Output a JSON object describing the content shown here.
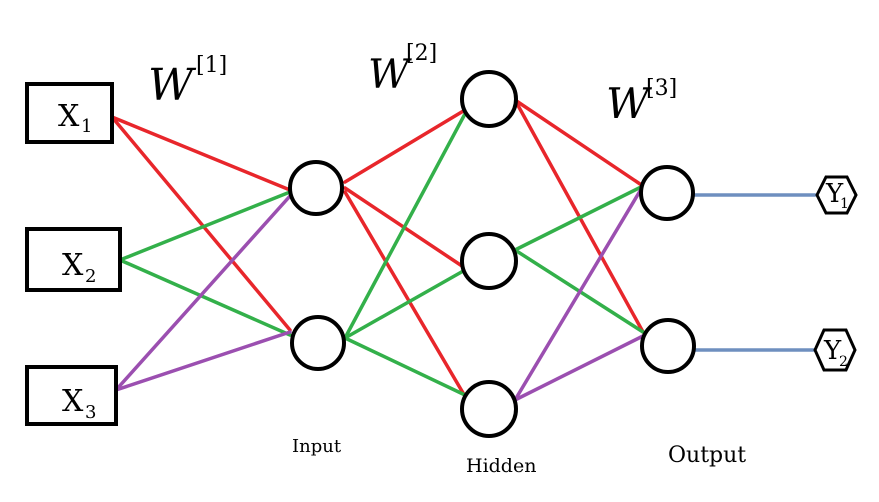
{
  "colors": {
    "red": "#e8262b",
    "green": "#33b04a",
    "purple": "#9b4fb0",
    "blue": "#6e8fbf",
    "ink": "#000000",
    "background": "#ffffff"
  },
  "inputs": [
    {
      "label": "X",
      "sub": "1"
    },
    {
      "label": "X",
      "sub": "2"
    },
    {
      "label": "X",
      "sub": "3"
    }
  ],
  "outputs": [
    {
      "label": "Y",
      "sub": "1"
    },
    {
      "label": "Y",
      "sub": "2"
    }
  ],
  "weights": [
    {
      "label": "W",
      "sup": "[1]"
    },
    {
      "label": "W",
      "sup": "[2]"
    },
    {
      "label": "W",
      "sup": "[3]"
    }
  ],
  "layer_labels": {
    "input": "Input",
    "hidden": "Hidden",
    "output": "Output"
  },
  "layers": {
    "input_nodes": 2,
    "hidden_nodes": 3,
    "output_nodes": 2
  }
}
